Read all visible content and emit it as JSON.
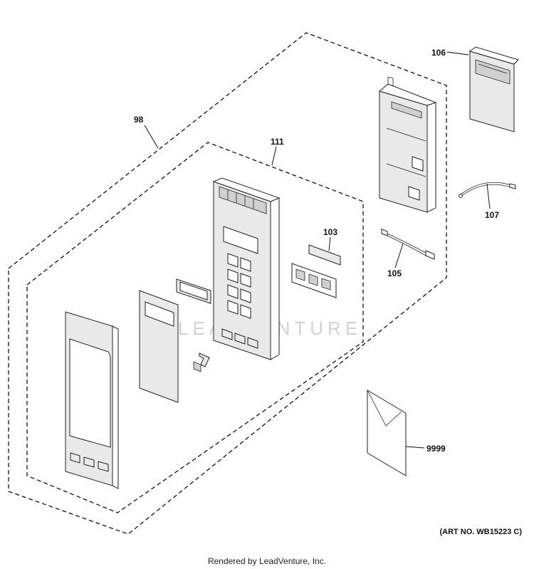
{
  "callouts": {
    "c98": "98",
    "c111": "111",
    "c103": "103",
    "c105": "105",
    "c106": "106",
    "c107": "107",
    "c9999": "9999"
  },
  "art_number": "(ART NO. WB15223 C)",
  "watermark": "LEADVENTURE",
  "footer": "Rendered by LeadVenture, Inc.",
  "colors": {
    "line": "#111111",
    "fill": "#e9e9e9",
    "watermark": "#d2d2d2"
  }
}
